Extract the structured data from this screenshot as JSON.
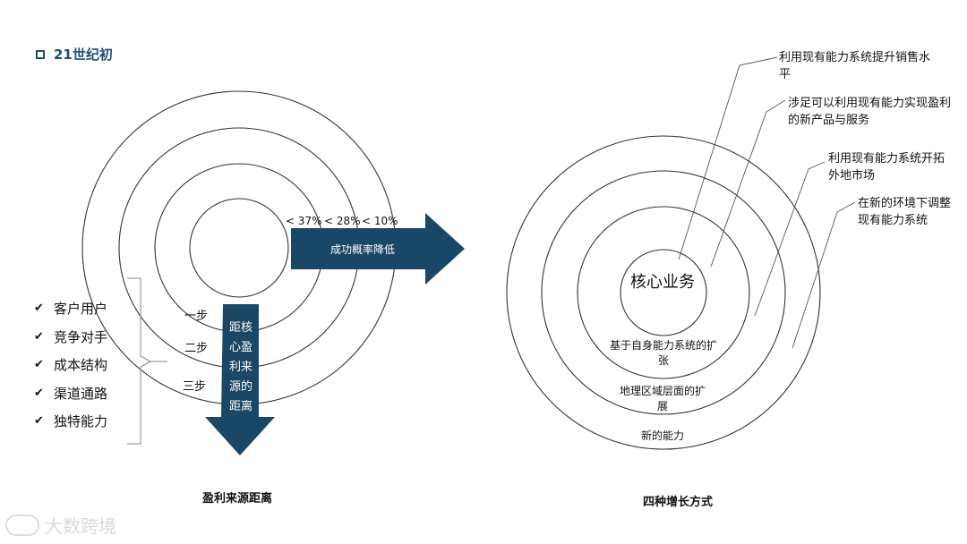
{
  "header": {
    "title": "21世纪初"
  },
  "left": {
    "checklist": [
      "客户用户",
      "竞争对手",
      "成本结构",
      "渠道通路",
      "独特能力"
    ],
    "probabilities": [
      "< 37%",
      "< 28%",
      "< 10%"
    ],
    "steps": [
      "一步",
      "二步",
      "三步"
    ],
    "arrow_right_label": "成功概率降低",
    "arrow_down_label": "距核心盈利来源的距离",
    "caption": "盈利来源距离"
  },
  "right": {
    "core": "核心业务",
    "rings": [
      "基于自身能力系统的扩张",
      "地理区域层面的扩展",
      "新的能力"
    ],
    "callouts": [
      "利用现有能力系统提升销售水平",
      "涉足可以利用现有能力实现盈利的新产品与服务",
      "利用现有能力系统开拓外地市场",
      "在新的环境下调整现有能力系统"
    ],
    "caption": "四种增长方式"
  },
  "watermark": {
    "text": "大数跨境"
  },
  "colors": {
    "accent": "#1f4e79",
    "arrow": "#1b4766",
    "line": "#333333"
  }
}
